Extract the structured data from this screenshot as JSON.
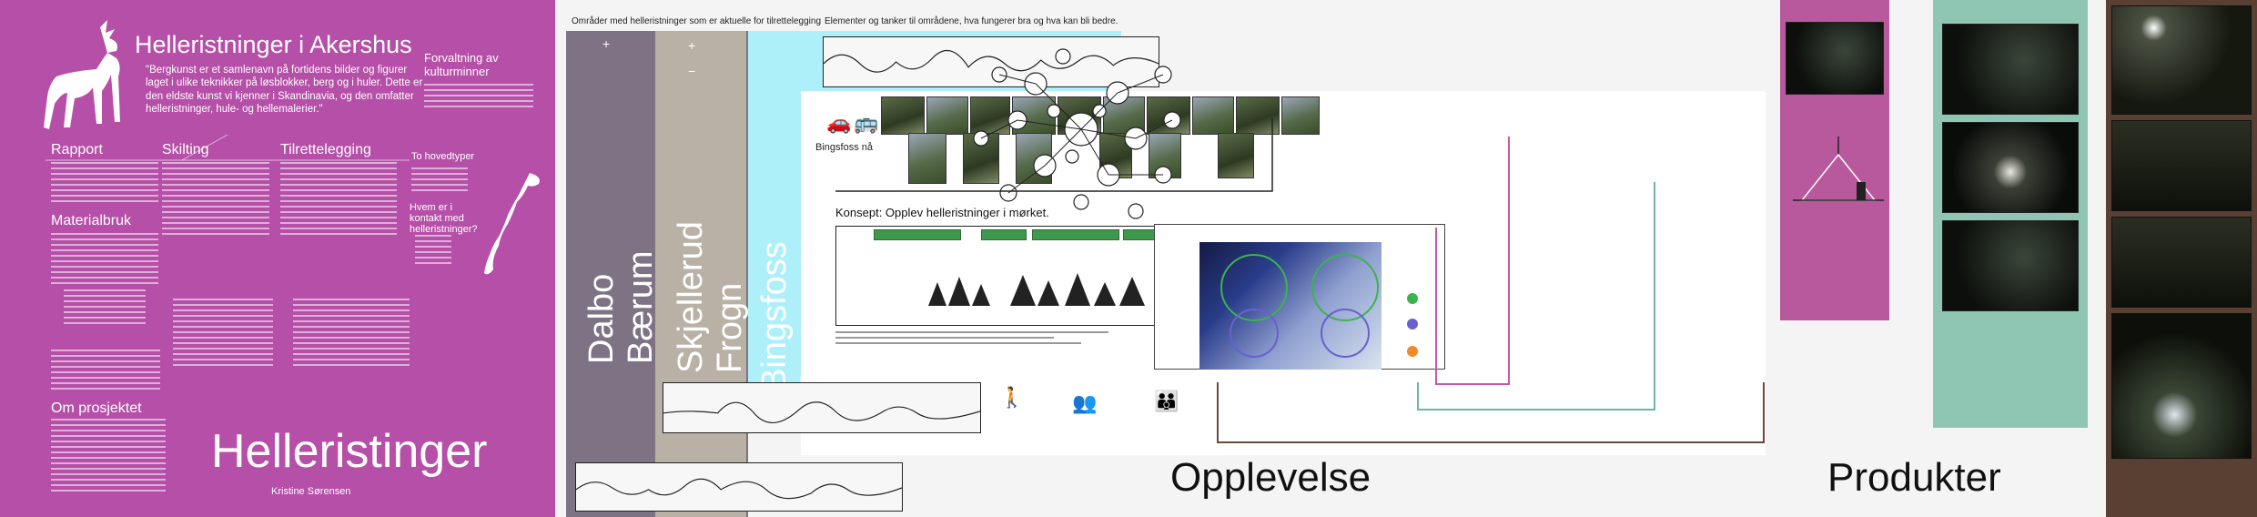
{
  "poster": {
    "title": "Helleristninger i Akershus",
    "quote": "\"Bergkunst er et samlenavn på fortidens bilder og figurer laget i ulike teknikker på løsblokker, berg og i huler. Dette er den eldste kunst vi kjenner i Skandinavia, og den omfatter helleristninger, hule- og hellemalerier.\"",
    "sections": {
      "rapport": "Rapport",
      "skilting": "Skilting",
      "tilrettelegging": "Tilrettelegging",
      "forvaltning": "Forvaltning av kulturminner",
      "materialbruk": "Materialbruk",
      "om_prosjektet": "Om prosjektet",
      "to_hovedtyper": "To hovedtyper",
      "hvem": "Hvem er i kontakt med helleristninger?"
    },
    "big_title": "Helleristinger",
    "author": "Kristine Sørensen"
  },
  "diagram": {
    "top_left_heading": "Områder med helleristninger som er aktuelle for tilrettelegging",
    "top_mid_heading": "Elementer og tanker til områdene, hva fungerer bra og hva kan bli bedre.",
    "areas": {
      "dalbo": "Dalbo Bærum",
      "skjellerud": "Skjellerud Frogn",
      "bingsfoss": "Bingsfoss Sørum"
    },
    "bingsfoss_now": "Bingsfoss nå",
    "concept": "Konsept: Opplev helleristninger i mørket.",
    "opplevelse": "Opplevelse",
    "produkter": "Produkter"
  },
  "colors": {
    "poster": "#b64fa8",
    "gray_strip": "#7d7384",
    "khaki_strip": "#b9b1a5",
    "cyan_strip": "#aef0fa",
    "pink_panel": "#b8589d",
    "teal_panel": "#8ec5b3",
    "brown_panel": "#5a3f33",
    "green": "#3d9a4d",
    "magenta_line": "#c25aa8",
    "teal_line": "#6fb6a3",
    "brown_line": "#6a4a3c"
  }
}
